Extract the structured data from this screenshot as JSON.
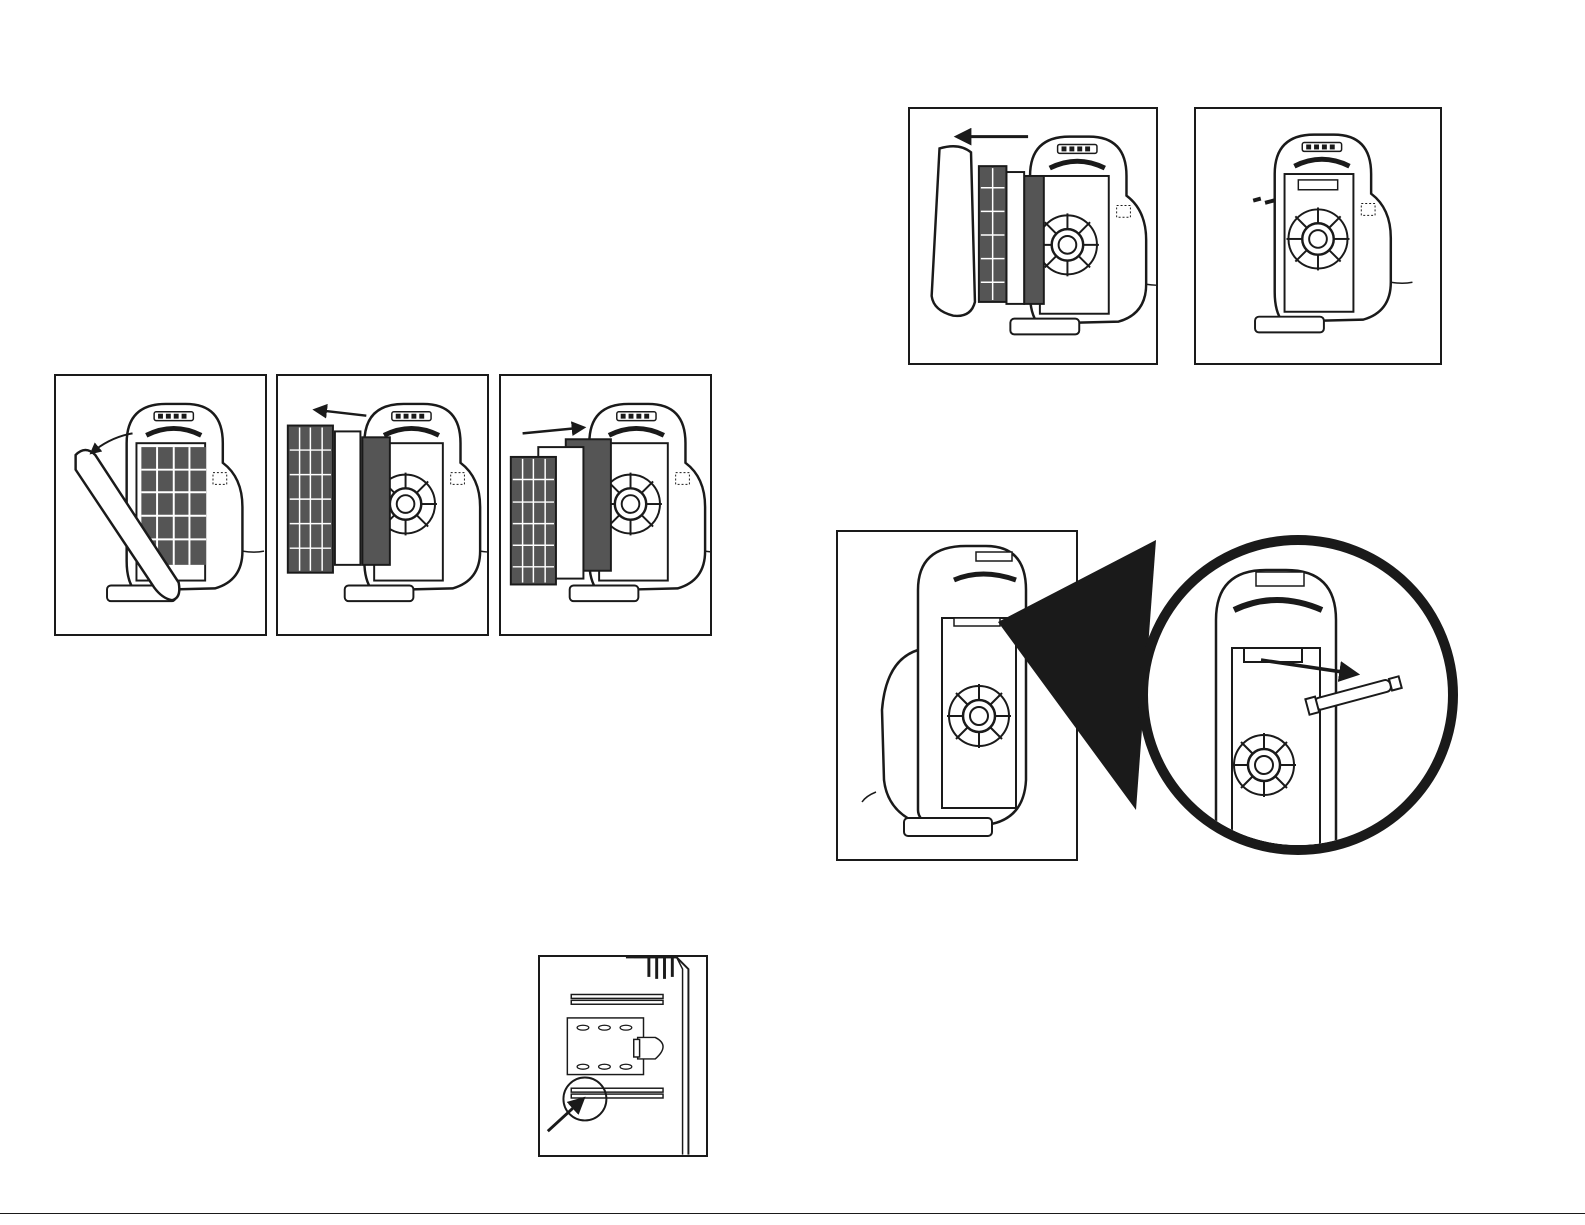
{
  "page": {
    "description_tokens": [
      "air-purifier",
      "filter",
      "fan",
      "uv-lamp",
      "clip"
    ],
    "ink_color": "#1a1a1a",
    "filter_fill": "#555555",
    "footer_code": ""
  },
  "figures": {
    "remove_grille": {
      "icon": "curved-arrow-left"
    },
    "remove_filters": {
      "icon": "arrow-left"
    },
    "insert_filters": {
      "icon": "arrow-right"
    },
    "door_off": {
      "icon": "arrow-left"
    },
    "screws": {
      "icon": "screw"
    },
    "lamp_detail": {
      "icon": "arrow-right"
    },
    "lamp_clip": {
      "icon": "arrow-up-right"
    }
  }
}
